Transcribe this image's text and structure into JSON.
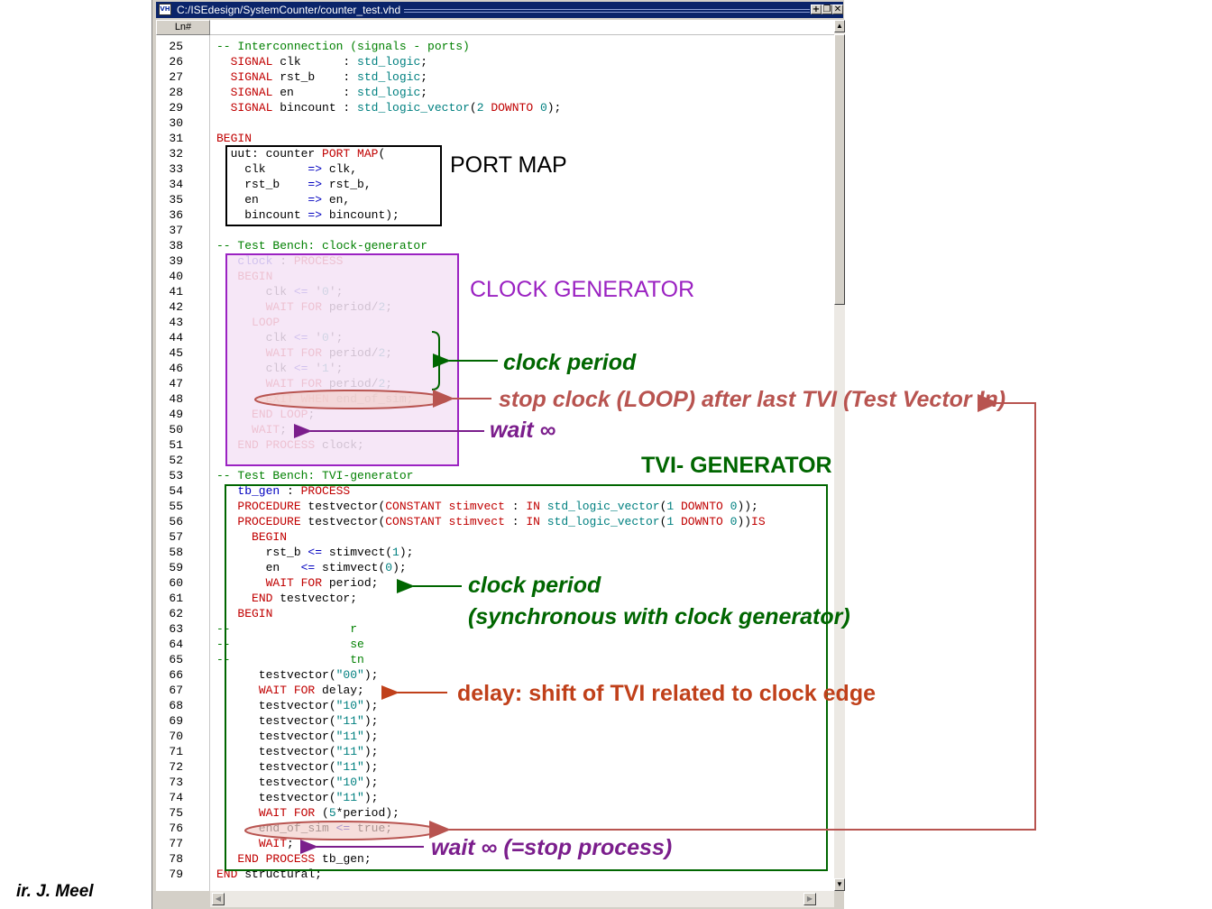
{
  "window": {
    "title": "C:/ISEdesign/SystemCounter/counter_test.vhd",
    "app_icon_label": "VH",
    "buttons": [
      "+",
      "❐",
      "✕"
    ]
  },
  "header": {
    "line_number_label": "Ln#"
  },
  "colors": {
    "keyword": "#c00000",
    "comment": "#008000",
    "type": "#008080",
    "operator": "#0000c0",
    "port_map_box": "#000000",
    "clock_box": "#9b22c2",
    "clock_box_fill": "#f4e3f6",
    "tvi_box": "#006600",
    "exit_ellipse": "#b85450",
    "exit_ellipse_fill": "#f2d0cc"
  },
  "code_lines": [
    {
      "n": "25",
      "toks": [
        [
          "cm",
          "-- Interconnection (signals - ports)"
        ]
      ]
    },
    {
      "n": "26",
      "toks": [
        [
          "p",
          "  "
        ],
        [
          "kw",
          "SIGNAL"
        ],
        [
          "p",
          " clk      : "
        ],
        [
          "ty",
          "std_logic"
        ],
        [
          "p",
          ";"
        ]
      ]
    },
    {
      "n": "27",
      "toks": [
        [
          "p",
          "  "
        ],
        [
          "kw",
          "SIGNAL"
        ],
        [
          "p",
          " rst_b    : "
        ],
        [
          "ty",
          "std_logic"
        ],
        [
          "p",
          ";"
        ]
      ]
    },
    {
      "n": "28",
      "toks": [
        [
          "p",
          "  "
        ],
        [
          "kw",
          "SIGNAL"
        ],
        [
          "p",
          " en       : "
        ],
        [
          "ty",
          "std_logic"
        ],
        [
          "p",
          ";"
        ]
      ]
    },
    {
      "n": "29",
      "toks": [
        [
          "p",
          "  "
        ],
        [
          "kw",
          "SIGNAL"
        ],
        [
          "p",
          " bincount : "
        ],
        [
          "ty",
          "std_logic_vector"
        ],
        [
          "p",
          "("
        ],
        [
          "num",
          "2"
        ],
        [
          "p",
          " "
        ],
        [
          "kw",
          "DOWNTO"
        ],
        [
          "p",
          " "
        ],
        [
          "num",
          "0"
        ],
        [
          "p",
          ");"
        ]
      ]
    },
    {
      "n": "30",
      "toks": []
    },
    {
      "n": "31",
      "toks": [
        [
          "kw",
          "BEGIN"
        ]
      ]
    },
    {
      "n": "32",
      "toks": [
        [
          "p",
          "  uut: counter "
        ],
        [
          "kw",
          "PORT MAP"
        ],
        [
          "p",
          "("
        ]
      ]
    },
    {
      "n": "33",
      "toks": [
        [
          "p",
          "    clk      "
        ],
        [
          "op",
          "=>"
        ],
        [
          "p",
          " clk,"
        ]
      ]
    },
    {
      "n": "34",
      "toks": [
        [
          "p",
          "    rst_b    "
        ],
        [
          "op",
          "=>"
        ],
        [
          "p",
          " rst_b,"
        ]
      ]
    },
    {
      "n": "35",
      "toks": [
        [
          "p",
          "    en       "
        ],
        [
          "op",
          "=>"
        ],
        [
          "p",
          " en,"
        ]
      ]
    },
    {
      "n": "36",
      "toks": [
        [
          "p",
          "    bincount "
        ],
        [
          "op",
          "=>"
        ],
        [
          "p",
          " bincount);"
        ]
      ]
    },
    {
      "n": "37",
      "toks": []
    },
    {
      "n": "38",
      "toks": [
        [
          "cm",
          "-- Test Bench: clock-generator"
        ]
      ]
    },
    {
      "n": "39",
      "toks": [
        [
          "p",
          "   "
        ],
        [
          "lbl",
          "clock"
        ],
        [
          "p",
          " : "
        ],
        [
          "kw",
          "PROCESS"
        ]
      ]
    },
    {
      "n": "40",
      "toks": [
        [
          "p",
          "   "
        ],
        [
          "kw",
          "BEGIN"
        ]
      ]
    },
    {
      "n": "41",
      "toks": [
        [
          "p",
          "       clk "
        ],
        [
          "op",
          "<="
        ],
        [
          "p",
          " '"
        ],
        [
          "num",
          "0"
        ],
        [
          "p",
          "';"
        ]
      ]
    },
    {
      "n": "42",
      "toks": [
        [
          "p",
          "       "
        ],
        [
          "kw",
          "WAIT FOR"
        ],
        [
          "p",
          " period/"
        ],
        [
          "num",
          "2"
        ],
        [
          "p",
          ";"
        ]
      ]
    },
    {
      "n": "43",
      "toks": [
        [
          "p",
          "     "
        ],
        [
          "kw",
          "LOOP"
        ]
      ]
    },
    {
      "n": "44",
      "toks": [
        [
          "p",
          "       clk "
        ],
        [
          "op",
          "<="
        ],
        [
          "p",
          " '"
        ],
        [
          "num",
          "0"
        ],
        [
          "p",
          "';"
        ]
      ]
    },
    {
      "n": "45",
      "toks": [
        [
          "p",
          "       "
        ],
        [
          "kw",
          "WAIT FOR"
        ],
        [
          "p",
          " period/"
        ],
        [
          "num",
          "2"
        ],
        [
          "p",
          ";"
        ]
      ]
    },
    {
      "n": "46",
      "toks": [
        [
          "p",
          "       clk "
        ],
        [
          "op",
          "<="
        ],
        [
          "p",
          " '"
        ],
        [
          "num",
          "1"
        ],
        [
          "p",
          "';"
        ]
      ]
    },
    {
      "n": "47",
      "toks": [
        [
          "p",
          "       "
        ],
        [
          "kw",
          "WAIT FOR"
        ],
        [
          "p",
          " period/"
        ],
        [
          "num",
          "2"
        ],
        [
          "p",
          ";"
        ]
      ]
    },
    {
      "n": "48",
      "toks": [
        [
          "p",
          "       "
        ],
        [
          "kw",
          "EXIT WHEN"
        ],
        [
          "p",
          " end_of_sim;"
        ]
      ]
    },
    {
      "n": "49",
      "toks": [
        [
          "p",
          "     "
        ],
        [
          "kw",
          "END LOOP"
        ],
        [
          "p",
          ";"
        ]
      ]
    },
    {
      "n": "50",
      "toks": [
        [
          "p",
          "     "
        ],
        [
          "kw",
          "WAIT"
        ],
        [
          "p",
          ";"
        ]
      ]
    },
    {
      "n": "51",
      "toks": [
        [
          "p",
          "   "
        ],
        [
          "kw",
          "END PROCESS"
        ],
        [
          "p",
          " clock;"
        ]
      ]
    },
    {
      "n": "52",
      "toks": []
    },
    {
      "n": "53",
      "toks": [
        [
          "cm",
          "-- Test Bench: TVI-generator"
        ]
      ]
    },
    {
      "n": "54",
      "toks": [
        [
          "p",
          "   "
        ],
        [
          "lbl",
          "tb_gen"
        ],
        [
          "p",
          " : "
        ],
        [
          "kw",
          "PROCESS"
        ]
      ]
    },
    {
      "n": "55",
      "toks": [
        [
          "p",
          "   "
        ],
        [
          "kw",
          "PROCEDURE"
        ],
        [
          "p",
          " testvector("
        ],
        [
          "kw",
          "CONSTANT"
        ],
        [
          "p",
          " "
        ],
        [
          "kw",
          "stimvect"
        ],
        [
          "p",
          " : "
        ],
        [
          "kw",
          "IN"
        ],
        [
          "p",
          " "
        ],
        [
          "ty",
          "std_logic_vector"
        ],
        [
          "p",
          "("
        ],
        [
          "num",
          "1"
        ],
        [
          "p",
          " "
        ],
        [
          "kw",
          "DOWNTO"
        ],
        [
          "p",
          " "
        ],
        [
          "num",
          "0"
        ],
        [
          "p",
          "));"
        ]
      ]
    },
    {
      "n": "56",
      "toks": [
        [
          "p",
          "   "
        ],
        [
          "kw",
          "PROCEDURE"
        ],
        [
          "p",
          " testvector("
        ],
        [
          "kw",
          "CONSTANT"
        ],
        [
          "p",
          " "
        ],
        [
          "kw",
          "stimvect"
        ],
        [
          "p",
          " : "
        ],
        [
          "kw",
          "IN"
        ],
        [
          "p",
          " "
        ],
        [
          "ty",
          "std_logic_vector"
        ],
        [
          "p",
          "("
        ],
        [
          "num",
          "1"
        ],
        [
          "p",
          " "
        ],
        [
          "kw",
          "DOWNTO"
        ],
        [
          "p",
          " "
        ],
        [
          "num",
          "0"
        ],
        [
          "p",
          "))"
        ],
        [
          "kw",
          "IS"
        ]
      ]
    },
    {
      "n": "57",
      "toks": [
        [
          "p",
          "     "
        ],
        [
          "kw",
          "BEGIN"
        ]
      ]
    },
    {
      "n": "58",
      "toks": [
        [
          "p",
          "       rst_b "
        ],
        [
          "op",
          "<="
        ],
        [
          "p",
          " stimvect("
        ],
        [
          "num",
          "1"
        ],
        [
          "p",
          ");"
        ]
      ]
    },
    {
      "n": "59",
      "toks": [
        [
          "p",
          "       en   "
        ],
        [
          "op",
          "<="
        ],
        [
          "p",
          " stimvect("
        ],
        [
          "num",
          "0"
        ],
        [
          "p",
          ");"
        ]
      ]
    },
    {
      "n": "60",
      "toks": [
        [
          "p",
          "       "
        ],
        [
          "kw",
          "WAIT FOR"
        ],
        [
          "p",
          " period;"
        ]
      ]
    },
    {
      "n": "61",
      "toks": [
        [
          "p",
          "     "
        ],
        [
          "kw",
          "END"
        ],
        [
          "p",
          " testvector;"
        ]
      ]
    },
    {
      "n": "62",
      "toks": [
        [
          "p",
          "   "
        ],
        [
          "kw",
          "BEGIN"
        ]
      ]
    },
    {
      "n": "63",
      "toks": [
        [
          "cm",
          "--                 r"
        ]
      ]
    },
    {
      "n": "64",
      "toks": [
        [
          "cm",
          "--                 se"
        ]
      ]
    },
    {
      "n": "65",
      "toks": [
        [
          "cm",
          "--                 tn"
        ]
      ]
    },
    {
      "n": "66",
      "toks": [
        [
          "p",
          "      testvector("
        ],
        [
          "num",
          "\"00\""
        ],
        [
          "p",
          ");"
        ]
      ]
    },
    {
      "n": "67",
      "toks": [
        [
          "p",
          "      "
        ],
        [
          "kw",
          "WAIT FOR"
        ],
        [
          "p",
          " delay;"
        ]
      ]
    },
    {
      "n": "68",
      "toks": [
        [
          "p",
          "      testvector("
        ],
        [
          "num",
          "\"10\""
        ],
        [
          "p",
          ");"
        ]
      ]
    },
    {
      "n": "69",
      "toks": [
        [
          "p",
          "      testvector("
        ],
        [
          "num",
          "\"11\""
        ],
        [
          "p",
          ");"
        ]
      ]
    },
    {
      "n": "70",
      "toks": [
        [
          "p",
          "      testvector("
        ],
        [
          "num",
          "\"11\""
        ],
        [
          "p",
          ");"
        ]
      ]
    },
    {
      "n": "71",
      "toks": [
        [
          "p",
          "      testvector("
        ],
        [
          "num",
          "\"11\""
        ],
        [
          "p",
          ");"
        ]
      ]
    },
    {
      "n": "72",
      "toks": [
        [
          "p",
          "      testvector("
        ],
        [
          "num",
          "\"11\""
        ],
        [
          "p",
          ");"
        ]
      ]
    },
    {
      "n": "73",
      "toks": [
        [
          "p",
          "      testvector("
        ],
        [
          "num",
          "\"10\""
        ],
        [
          "p",
          ");"
        ]
      ]
    },
    {
      "n": "74",
      "toks": [
        [
          "p",
          "      testvector("
        ],
        [
          "num",
          "\"11\""
        ],
        [
          "p",
          ");"
        ]
      ]
    },
    {
      "n": "75",
      "toks": [
        [
          "p",
          "      "
        ],
        [
          "kw",
          "WAIT FOR"
        ],
        [
          "p",
          " ("
        ],
        [
          "num",
          "5"
        ],
        [
          "p",
          "*period);"
        ]
      ]
    },
    {
      "n": "76",
      "toks": [
        [
          "p",
          "      end_of_sim "
        ],
        [
          "op",
          "<="
        ],
        [
          "p",
          " true;"
        ]
      ]
    },
    {
      "n": "77",
      "toks": [
        [
          "p",
          "      "
        ],
        [
          "kw",
          "WAIT"
        ],
        [
          "p",
          ";"
        ]
      ]
    },
    {
      "n": "78",
      "toks": [
        [
          "p",
          "   "
        ],
        [
          "kw",
          "END PROCESS"
        ],
        [
          "p",
          " tb_gen;"
        ]
      ]
    },
    {
      "n": "79",
      "toks": [
        [
          "kw",
          "END"
        ],
        [
          "p",
          " structural;"
        ]
      ]
    }
  ],
  "annotations": {
    "port_map": "PORT MAP",
    "clock_generator": "CLOCK GENERATOR",
    "clock_period_1": "clock period",
    "stop_clock": "stop clock (LOOP) after last TVI (Test Vector In)",
    "wait_inf_1": "wait ∞",
    "tvi_generator": "TVI- GENERATOR",
    "clock_period_2": "clock period",
    "synchronous": "(synchronous  with clock generator)",
    "delay": "delay: shift of TVI related to clock edge",
    "wait_inf_2": "wait ∞  (=stop process)"
  },
  "author": "ir. J. Meel"
}
